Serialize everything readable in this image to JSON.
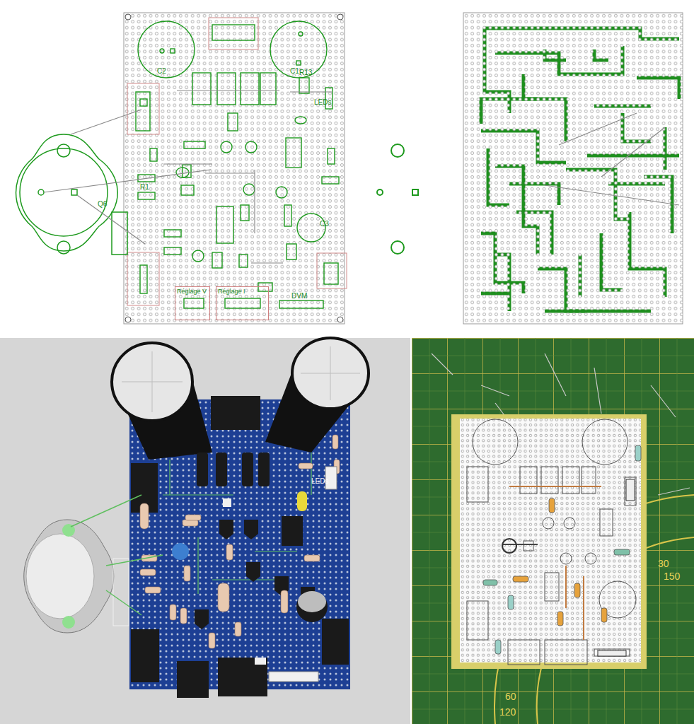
{
  "diagram": {
    "nodes": [
      {
        "text": [
          "Réglage V"
        ]
      },
      {
        "text": [
          "Réglage I"
        ]
      }
    ],
    "labels": [
      "C2",
      "C1",
      "Q6",
      "LEDs",
      "C3",
      "R1",
      "R13",
      "DVM",
      "LEDs",
      "30",
      "150",
      "60",
      "120"
    ]
  }
}
